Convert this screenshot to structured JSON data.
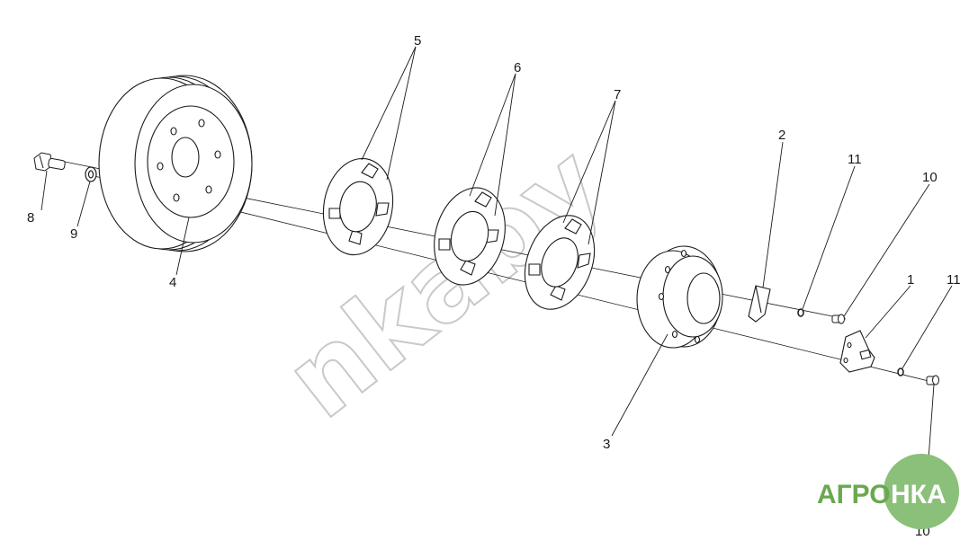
{
  "diagram": {
    "callouts": [
      {
        "id": "c5",
        "label": "5"
      },
      {
        "id": "c6",
        "label": "6"
      },
      {
        "id": "c7",
        "label": "7"
      },
      {
        "id": "c2",
        "label": "2"
      },
      {
        "id": "c11a",
        "label": "11"
      },
      {
        "id": "c10a",
        "label": "10"
      },
      {
        "id": "c1",
        "label": "1"
      },
      {
        "id": "c11b",
        "label": "11"
      },
      {
        "id": "c8",
        "label": "8"
      },
      {
        "id": "c9",
        "label": "9"
      },
      {
        "id": "c4",
        "label": "4"
      },
      {
        "id": "c3",
        "label": "3"
      },
      {
        "id": "c10b",
        "label": "10"
      }
    ]
  },
  "watermark": {
    "text": "nkaby"
  },
  "brand": {
    "text_left": "АГРО",
    "text_right": "НКА",
    "color": "#6aa84f",
    "badge_color": "#8bc07a"
  },
  "colors": {
    "line": "#1a1a1a",
    "part_fill": "#ffffff"
  }
}
